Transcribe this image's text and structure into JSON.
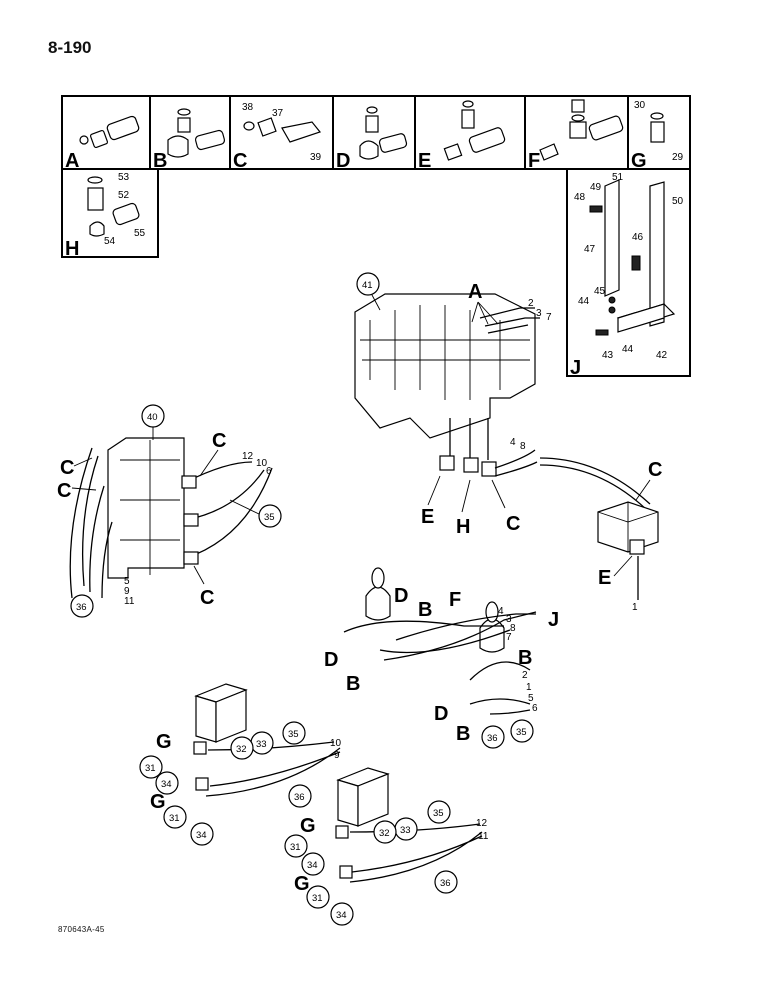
{
  "page": {
    "number": "8-190",
    "code": "870643A-45"
  },
  "callouts": {
    "frameLetters": [
      "A",
      "B",
      "C",
      "D",
      "E",
      "F",
      "G",
      "H",
      "J"
    ],
    "frameC": [
      "38",
      "37",
      "39"
    ],
    "frameG": [
      "30",
      "29"
    ],
    "frameH": [
      "53",
      "52",
      "54",
      "55"
    ],
    "frameJ": [
      "51",
      "49",
      "48",
      "50",
      "46",
      "47",
      "45",
      "44",
      "43",
      "44",
      "42"
    ],
    "valve41": {
      "circle": "41",
      "letter": "A",
      "lines": [
        "2",
        "3",
        "7"
      ],
      "lower": [
        "4",
        "8"
      ],
      "letters": [
        "E",
        "H",
        "C"
      ]
    },
    "valve40": {
      "circle": "40",
      "letters": [
        "C",
        "C",
        "C",
        "C"
      ],
      "lines": [
        "12",
        "10",
        "6"
      ],
      "circle35": "35",
      "left": [
        "5",
        "9",
        "11"
      ],
      "circle36": "36"
    },
    "right": {
      "letters": [
        "C",
        "E"
      ],
      "line": "1"
    },
    "mid": {
      "letters": [
        "D",
        "B",
        "F",
        "J",
        "D",
        "B",
        "B",
        "D",
        "B"
      ],
      "lines": [
        "4",
        "3",
        "8",
        "7",
        "2",
        "1",
        "5",
        "6"
      ],
      "circles": [
        "36",
        "35"
      ]
    },
    "lowerLeft": {
      "circles": [
        "35",
        "33",
        "32",
        "31",
        "34",
        "31",
        "34",
        "36"
      ],
      "letters": [
        "G",
        "G"
      ],
      "lines": [
        "10",
        "9"
      ]
    },
    "lowerRight": {
      "circles": [
        "35",
        "33",
        "32",
        "31",
        "34",
        "31",
        "34",
        "36"
      ],
      "letters": [
        "G",
        "G"
      ],
      "lines": [
        "12",
        "11"
      ]
    }
  }
}
